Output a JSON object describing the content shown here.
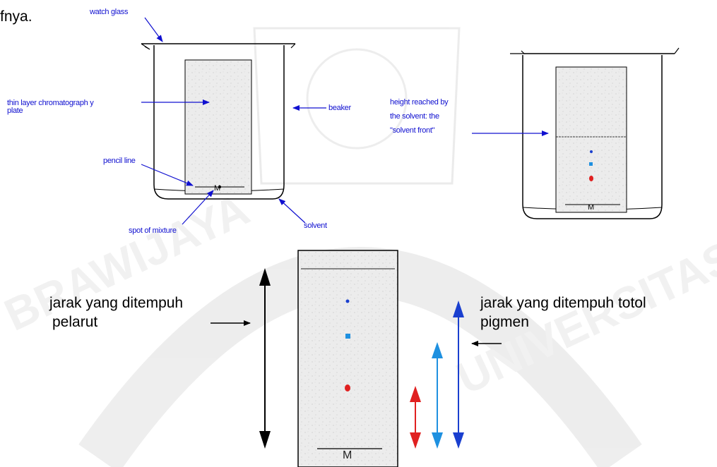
{
  "page": {
    "text_fragment": "fnya."
  },
  "labels": {
    "watch_glass": "watch glass",
    "tlc_plate": "thin layer chromatograph y",
    "tlc_plate_2": "plate",
    "beaker": "beaker",
    "pencil_line": "pencil line",
    "spot_of_mixture": "spot of mixture",
    "solvent": "solvent",
    "solvent_front_1": "height reached by",
    "solvent_front_2": "the solvent: the",
    "solvent_front_3": "\"solvent front\"",
    "plate_mark": "M"
  },
  "annotations": {
    "solvent_distance_1": "jarak yang ditempuh",
    "solvent_distance_2": "pelarut",
    "pigment_distance_1": "jarak yang ditempuh totol",
    "pigment_distance_2": "pigmen"
  },
  "watermark": {
    "text": "BRAWIJAYA UNIVERSITAS"
  },
  "colors": {
    "label_blue": "#1010d0",
    "spot_red": "#e02020",
    "spot_light_blue": "#1e90e0",
    "spot_dark_blue": "#1a3fcf",
    "plate_fill": "#ececec",
    "watermark": "#cfcfcf"
  }
}
